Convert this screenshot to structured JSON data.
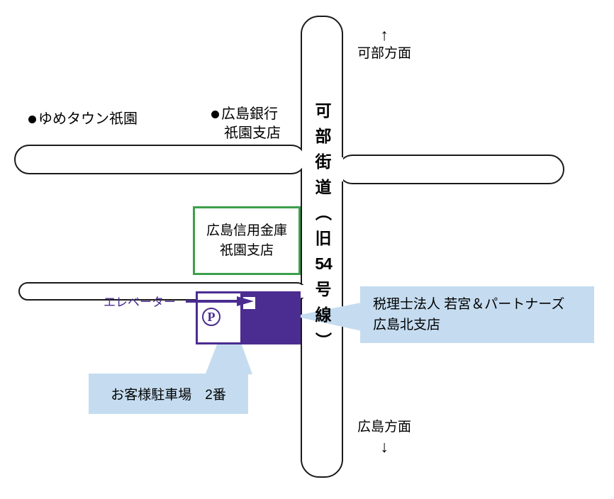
{
  "map": {
    "road_name_vertical": [
      "可",
      "部",
      "街",
      "道",
      "（",
      "旧",
      "54",
      "号",
      "線",
      "）"
    ],
    "directions": {
      "north": {
        "arrow": "↑",
        "label": "可部方面"
      },
      "south": {
        "arrow": "↓",
        "label": "広島方面"
      }
    },
    "pois": [
      {
        "name": "ゆめタウン祇園",
        "marker": "●"
      },
      {
        "name": "広島銀行",
        "sub": "祇園支店",
        "marker": "●"
      }
    ],
    "buildings": {
      "shinkin": {
        "line1": "広島信用金庫",
        "line2": "祇園支店",
        "border_color": "#3CA04C"
      },
      "office": {
        "fill_color": "#4B2D91"
      }
    },
    "parking": {
      "symbol": "P",
      "elevator_label": "エレベーター"
    },
    "callouts": {
      "office": {
        "line1": "税理士法人 若宮＆パートナーズ",
        "line2": "広島北支店",
        "bg_color": "#C5DCF0"
      },
      "parking": {
        "text": "お客様駐車場　2番",
        "bg_color": "#C5DCF0"
      }
    }
  }
}
